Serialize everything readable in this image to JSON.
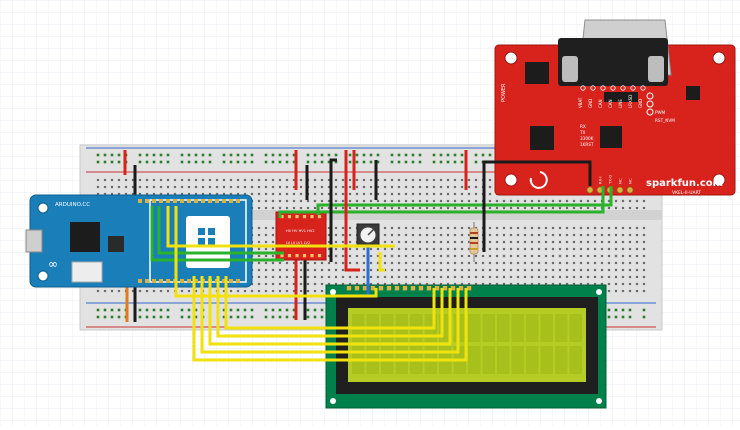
{
  "arduino": {
    "brand": "ARDUINO.CC",
    "logo_text": "∞"
  },
  "gps_module": {
    "brand": "sparkfun.com",
    "model": "VKEL-II-UART",
    "power_label": "POWER",
    "header_labels": [
      "VBAT",
      "GND",
      "CAN",
      "CAN",
      "LINE",
      "LRXSD",
      "GND"
    ],
    "tx_rx_labels": [
      "RX",
      "TX",
      "3300K",
      "1KRST"
    ],
    "mode_labels": [
      "PWM",
      "RST_NVM"
    ],
    "bottom_pins": [
      "GND",
      "RX-I",
      "TX-O",
      "NC",
      "NC"
    ]
  },
  "level_shifter": {
    "labels_top": [
      "HV",
      "HV",
      "HV1",
      "HV2"
    ],
    "labels_bottom": [
      "LV",
      "LV",
      "LV1",
      "LV2"
    ]
  },
  "colors": {
    "breadboard": "#e2e2e2",
    "arduino": "#1a7eb9",
    "gps_board": "#d8221c",
    "lcd_pcb": "#00804a",
    "lcd_screen": "#b4cc24",
    "wire_green": "#2bb22b",
    "wire_yellow": "#f1e20d",
    "wire_red": "#d8221c",
    "wire_black": "#1b1b1b",
    "wire_orange": "#e07b1e",
    "wire_blue": "#2a6fd6"
  }
}
